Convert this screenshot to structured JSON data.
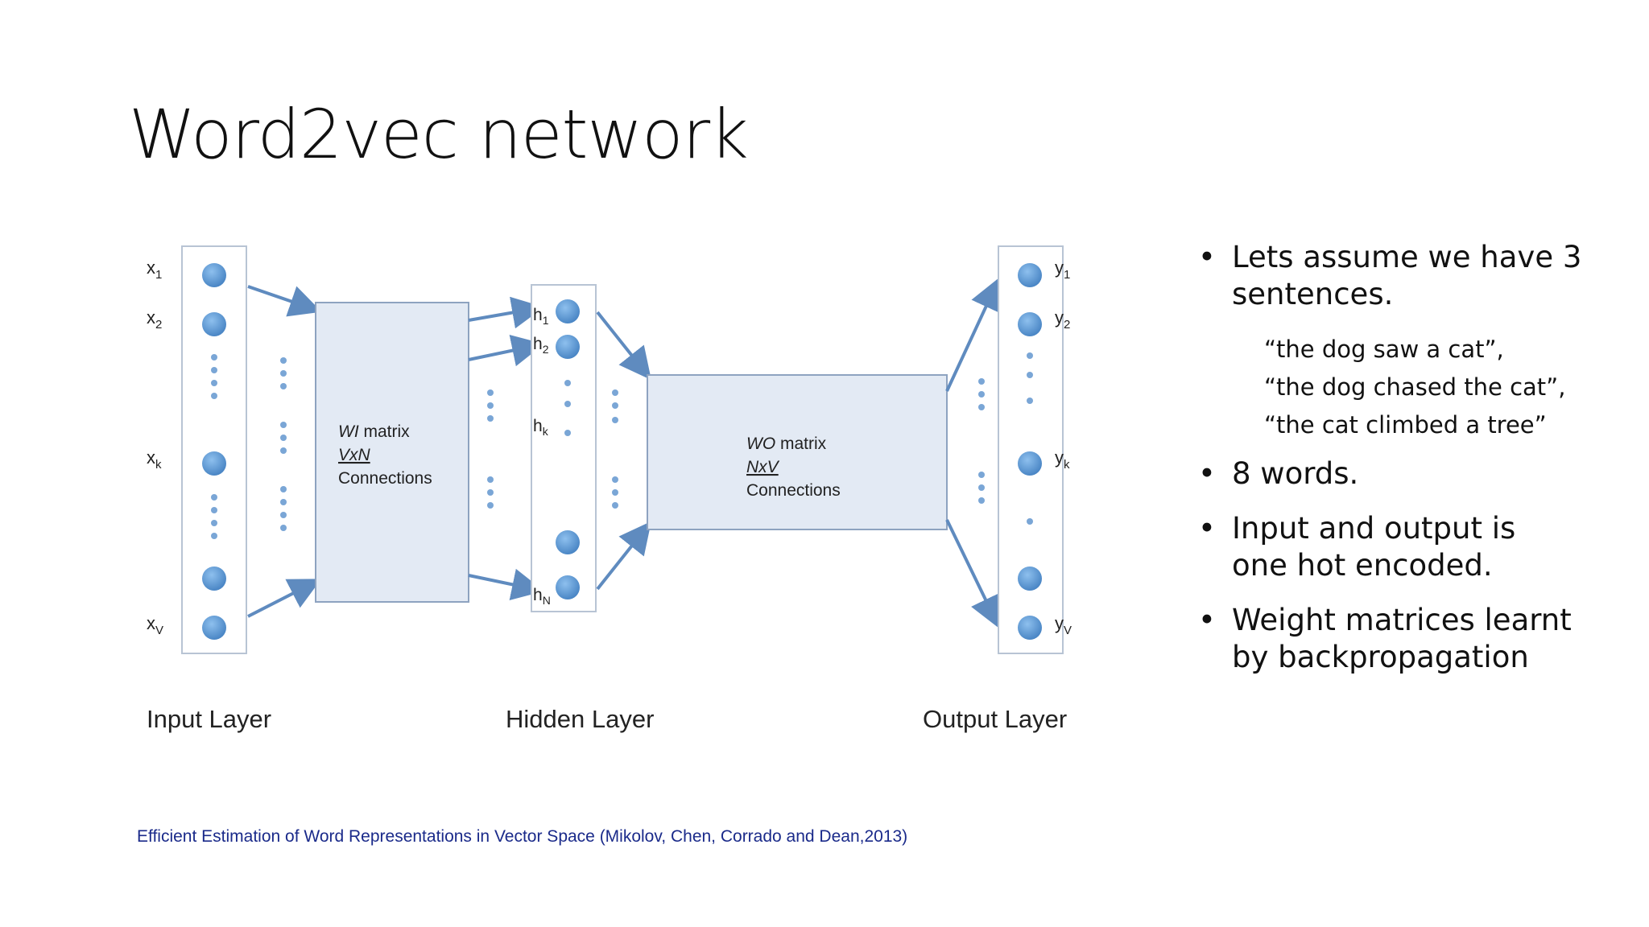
{
  "slide": {
    "title": "Word2vec network"
  },
  "diagram": {
    "input_labels": {
      "x1": "x",
      "x1_sub": "1",
      "x2": "x",
      "x2_sub": "2",
      "xk": "x",
      "xk_sub": "k",
      "xv": "x",
      "xv_sub": "V"
    },
    "hidden_labels": {
      "h1": "h",
      "h1_sub": "1",
      "h2": "h",
      "h2_sub": "2",
      "hk": "h",
      "hk_sub": "k",
      "hn": "h",
      "hn_sub": "N"
    },
    "output_labels": {
      "y1": "y",
      "y1_sub": "1",
      "y2": "y",
      "y2_sub": "2",
      "yk": "y",
      "yk_sub": "k",
      "yv": "y",
      "yv_sub": "V"
    },
    "wi_box": {
      "line1_italic": "WI",
      "line1_rest": " matrix",
      "line2": "VxN",
      "line3": "Connections"
    },
    "wo_box": {
      "line1_italic": "WO",
      "line1_rest": " matrix",
      "line2": "NxV",
      "line3": "Connections"
    },
    "layer_labels": {
      "input": "Input Layer",
      "hidden": "Hidden Layer",
      "output": "Output Layer"
    },
    "colors": {
      "node": "#5b9bd5",
      "box_fill": "#e3eaf4",
      "box_stroke": "#8ea3c0",
      "arrow": "#5f8bbf"
    }
  },
  "bullets": [
    {
      "text": "Lets assume we have 3 sentences.",
      "lines": [
        "Lets assume we have 3",
        "sentences."
      ],
      "subs": [
        "“the dog saw a cat”,",
        "“the dog chased the cat”,",
        "“the cat climbed a tree”"
      ]
    },
    {
      "text": "8 words.",
      "lines": [
        "8 words."
      ]
    },
    {
      "text": "Input and output is one hot encoded.",
      "lines": [
        "Input and output is",
        "one hot encoded."
      ]
    },
    {
      "text": "Weight matrices learnt by backpropagation",
      "lines": [
        "Weight matrices learnt",
        "by backpropagation"
      ]
    }
  ],
  "bullet_symbol": "•",
  "citation": "Efficient Estimation of Word Representations in Vector Space (Mikolov, Chen, Corrado and Dean,2013)"
}
